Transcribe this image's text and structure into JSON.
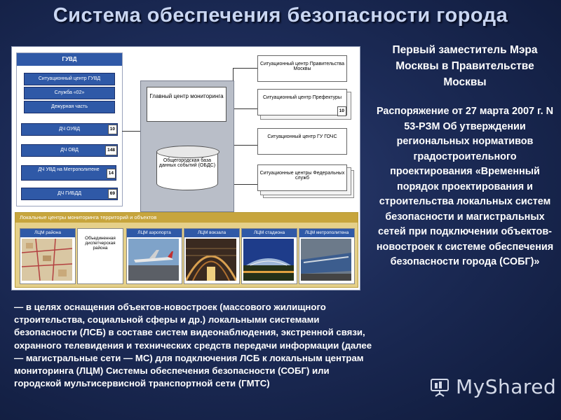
{
  "title": "Система обеспечения безопасности города",
  "diagram": {
    "guvd": "ГУВД",
    "guvd_items": [
      "Ситуационный центр ГУВД",
      "Служба «02»",
      "Дежурная часть"
    ],
    "dch": [
      {
        "label": "ДЧ ОУВД",
        "count": "10"
      },
      {
        "label": "ДЧ ОВД",
        "count": "148"
      },
      {
        "label": "ДЧ УВД на Метрополитене",
        "count": "14"
      },
      {
        "label": "ДЧ ГИБДД",
        "count": "69"
      }
    ],
    "main_center": "Главный центр мониторинга",
    "db": "Общегородская база данных событий (ОБДС)",
    "situation_centers": [
      {
        "label": "Ситуационный центр Правительства Москвы",
        "count": ""
      },
      {
        "label": "Ситуационный центр Префектуры",
        "count": "10"
      },
      {
        "label": "Ситуационный центр ГУ ГОЧС",
        "count": ""
      },
      {
        "label": "Ситуационные центры Федеральных служб",
        "count": ""
      }
    ],
    "local_header": "Локальные центры мониторинга территорий и объектов",
    "local_centers": [
      "ЛЦМ района",
      "Объединенная диспетчерская района",
      "ЛЦМ аэропорта",
      "ЛЦМ вокзала",
      "ЛЦМ стадиона",
      "ЛЦМ метрополитена"
    ]
  },
  "right": {
    "heading": "Первый заместитель Мэра Москвы в Правительстве Москвы",
    "body": "Распоряжение от 27 марта 2007 г. N 53-РЗМ Об утверждении региональных нормативов градостроительного проектирования «Временный порядок проектирования и строительства локальных систем безопасности и магистральных сетей при подключении объектов-новостроек к системе обеспечения безопасности города (СОБГ)»"
  },
  "bottom_text": "— в целях оснащения объектов-новостроек (массового жилищного строительства, социальной сферы и др.) локальными системами безопасности (ЛСБ) в составе систем видеонаблюдения, экстренной связи, охранного телевидения и технических средств передачи информации (далее — магистральные сети — МС) для подключения ЛСБ к локальным центрам мониторинга (ЛЦМ) Системы обеспечения безопасности (СОБГ) или городской мультисервисной транспортной сети (ГМТС)",
  "logo": "MyShared"
}
